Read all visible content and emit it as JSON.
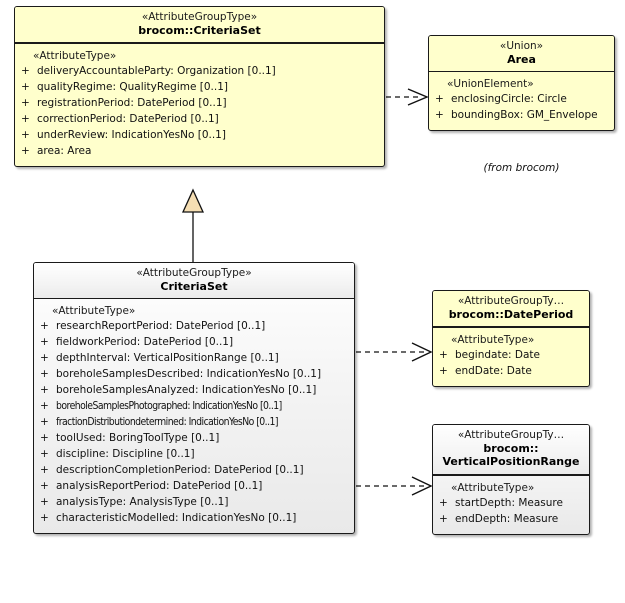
{
  "diagram": {
    "type": "uml-class-diagram",
    "background": "#ffffff",
    "fill_yellow": "#ffffcc",
    "fill_grey": "#f0f0f0",
    "line_color": "#1a1a1a",
    "triangle_fill": "#f5deb3"
  },
  "classes": {
    "brocom_criteriaset": {
      "stereotype": "«AttributeGroupType»",
      "name": "brocom::CriteriaSet",
      "section_stereotype": "«AttributeType»",
      "attributes": [
        {
          "visibility": "+",
          "signature": "deliveryAccountableParty: Organization [0..1]"
        },
        {
          "visibility": "+",
          "signature": "qualityRegime: QualityRegime [0..1]"
        },
        {
          "visibility": "+",
          "signature": "registrationPeriod: DatePeriod [0..1]"
        },
        {
          "visibility": "+",
          "signature": "correctionPeriod: DatePeriod [0..1]"
        },
        {
          "visibility": "+",
          "signature": "underReview: IndicationYesNo [0..1]"
        },
        {
          "visibility": "+",
          "signature": "area: Area"
        }
      ]
    },
    "area": {
      "stereotype": "«Union»",
      "name": "Area",
      "section_stereotype": "«UnionElement»",
      "attributes": [
        {
          "visibility": "+",
          "signature": "enclosingCircle: Circle"
        },
        {
          "visibility": "+",
          "signature": "boundingBox: GM_Envelope"
        }
      ],
      "package_note": "(from brocom)"
    },
    "criteriaset": {
      "stereotype": "«AttributeGroupType»",
      "name": "CriteriaSet",
      "section_stereotype": "«AttributeType»",
      "attributes": [
        {
          "visibility": "+",
          "signature": "researchReportPeriod: DatePeriod [0..1]"
        },
        {
          "visibility": "+",
          "signature": "fieldworkPeriod: DatePeriod [0..1]"
        },
        {
          "visibility": "+",
          "signature": "depthInterval: VerticalPositionRange [0..1]"
        },
        {
          "visibility": "+",
          "signature": "boreholeSamplesDescribed: IndicationYesNo [0..1]"
        },
        {
          "visibility": "+",
          "signature": "boreholeSamplesAnalyzed: IndicationYesNo [0..1]"
        },
        {
          "visibility": "+",
          "signature": "boreholeSamplesPhotographed: IndicationYesNo [0..1]"
        },
        {
          "visibility": "+",
          "signature": "fractionDistributiondetermined: IndicationYesNo [0..1]"
        },
        {
          "visibility": "+",
          "signature": "toolUsed: BoringToolType [0..1]"
        },
        {
          "visibility": "+",
          "signature": "discipline: Discipline [0..1]"
        },
        {
          "visibility": "+",
          "signature": "descriptionCompletionPeriod: DatePeriod [0..1]"
        },
        {
          "visibility": "+",
          "signature": "analysisReportPeriod: DatePeriod [0..1]"
        },
        {
          "visibility": "+",
          "signature": "analysisType: AnalysisType [0..1]"
        },
        {
          "visibility": "+",
          "signature": "characteristicModelled: IndicationYesNo [0..1]"
        }
      ]
    },
    "dateperiod": {
      "stereotype": "«AttributeGroupTy…",
      "name": "brocom::DatePeriod",
      "section_stereotype": "«AttributeType»",
      "attributes": [
        {
          "visibility": "+",
          "signature": "begindate: Date"
        },
        {
          "visibility": "+",
          "signature": "endDate: Date"
        }
      ]
    },
    "verticalpositionrange": {
      "stereotype": "«AttributeGroupTy…",
      "name_line1": "brocom::",
      "name_line2": "VerticalPositionRange",
      "section_stereotype": "«AttributeType»",
      "attributes": [
        {
          "visibility": "+",
          "signature": "startDepth: Measure"
        },
        {
          "visibility": "+",
          "signature": "endDepth: Measure"
        }
      ]
    }
  },
  "relationships": [
    {
      "kind": "dependency",
      "from": "brocom::CriteriaSet",
      "to": "Area",
      "style": "dashed-open-arrow"
    },
    {
      "kind": "generalization",
      "from": "CriteriaSet",
      "to": "brocom::CriteriaSet",
      "style": "solid-closed-triangle"
    },
    {
      "kind": "dependency",
      "from": "CriteriaSet",
      "to": "brocom::DatePeriod",
      "style": "dashed-open-arrow"
    },
    {
      "kind": "dependency",
      "from": "CriteriaSet",
      "to": "brocom::VerticalPositionRange",
      "style": "dashed-open-arrow"
    }
  ]
}
